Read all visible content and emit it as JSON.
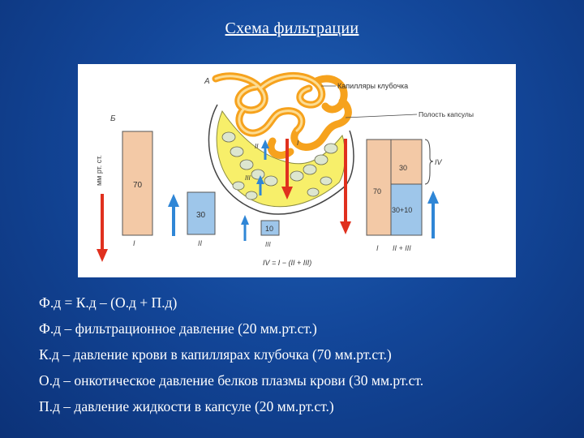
{
  "title": "Схема фильтрации",
  "figure": {
    "label_a": "А",
    "label_b": "Б",
    "label_capillaries": "Капилляры клубочка",
    "label_cavity": "Полость капсулы",
    "axis_unit": "мм рт. ст.",
    "left_bar_value": "70",
    "left_bar_roman": "I",
    "onc_box_value": "30",
    "onc_box_roman": "II",
    "caps_box_value": "10",
    "caps_box_roman": "III",
    "glom_label_1": "I",
    "glom_label_2": "II",
    "glom_label_3": "III",
    "right_top_value": "30",
    "right_tall_value": "70",
    "right_blue_value": "30+10",
    "right_bracket_label": "IV",
    "right_roman_1": "I",
    "right_roman_2": "II + III",
    "formula": "IV = I − (II + III)"
  },
  "lines": [
    "Ф.д = К.д – (О.д + П.д)",
    "Ф.д – фильтрационное давление (20 мм.рт.ст.)",
    "К.д – давление крови в капиллярах клубочка (70 мм.рт.ст.)",
    "О.д – онкотическое давление белков плазмы крови (30 мм.рт.ст.",
    "П.д – давление жидкости в капсуле (20 мм.рт.ст.)"
  ],
  "colors": {
    "background": "#13479a",
    "peach_bar": "#f3c9a6",
    "blue_box": "#9ec6ea",
    "red_arrow": "#e0301e",
    "blue_arrow": "#2f86d6",
    "capillary": "#f6a21d",
    "capsule_yellow": "#f7ef6a"
  }
}
